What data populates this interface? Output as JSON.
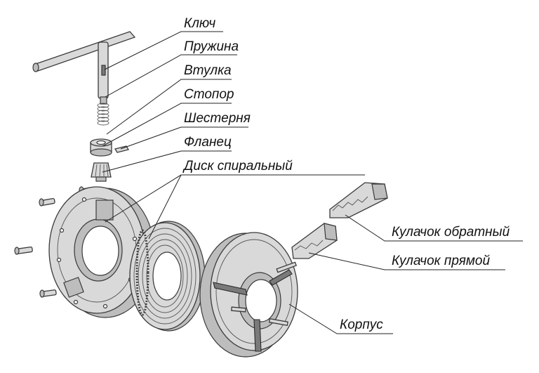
{
  "labels": {
    "kluch": "Ключ",
    "pruzhina": "Пружина",
    "vtulka": "Втулка",
    "stopor": "Стопор",
    "shesternya": "Шестерня",
    "flanets": "Фланец",
    "disk": "Диск спиральный",
    "kulachok_obratny": "Кулачок обратный",
    "kulachok_pryamoy": "Кулачок прямой",
    "korpus": "Корпус"
  }
}
